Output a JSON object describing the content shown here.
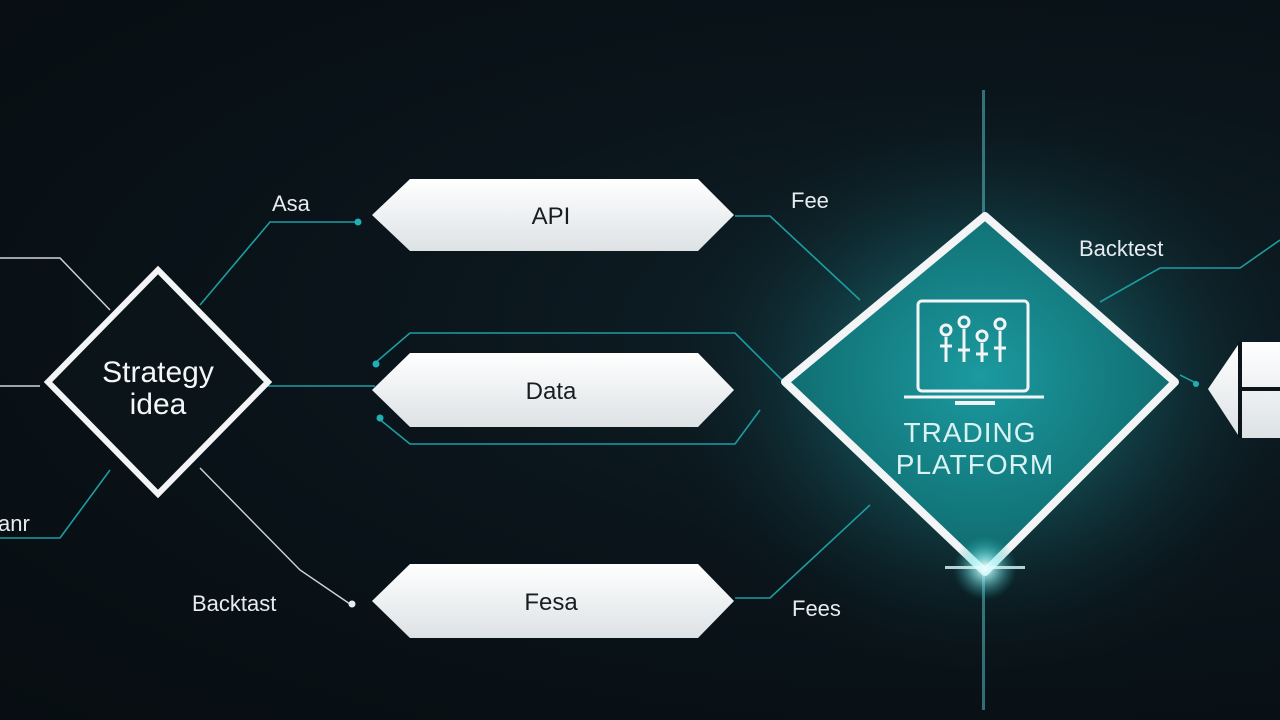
{
  "diagram": {
    "strategy": {
      "line1": "Strategy",
      "line2": "idea"
    },
    "nodes": {
      "api": "API",
      "data": "Data",
      "fess": "Fesa"
    },
    "labels": {
      "asa": "Asa",
      "fee": "Fee",
      "backtest_right": "Backtest",
      "backtest_left": "Backtast",
      "fees": "Fees",
      "left_bottom": "anr"
    },
    "platform": {
      "line1": "TRADING",
      "line2": "PLATFORM"
    },
    "colors": {
      "accent": "#1aa3a8",
      "platform_fill": "#137d82",
      "node_fill": "#f2f4f5",
      "line": "#1b9ea3",
      "background": "#0a141a"
    }
  }
}
